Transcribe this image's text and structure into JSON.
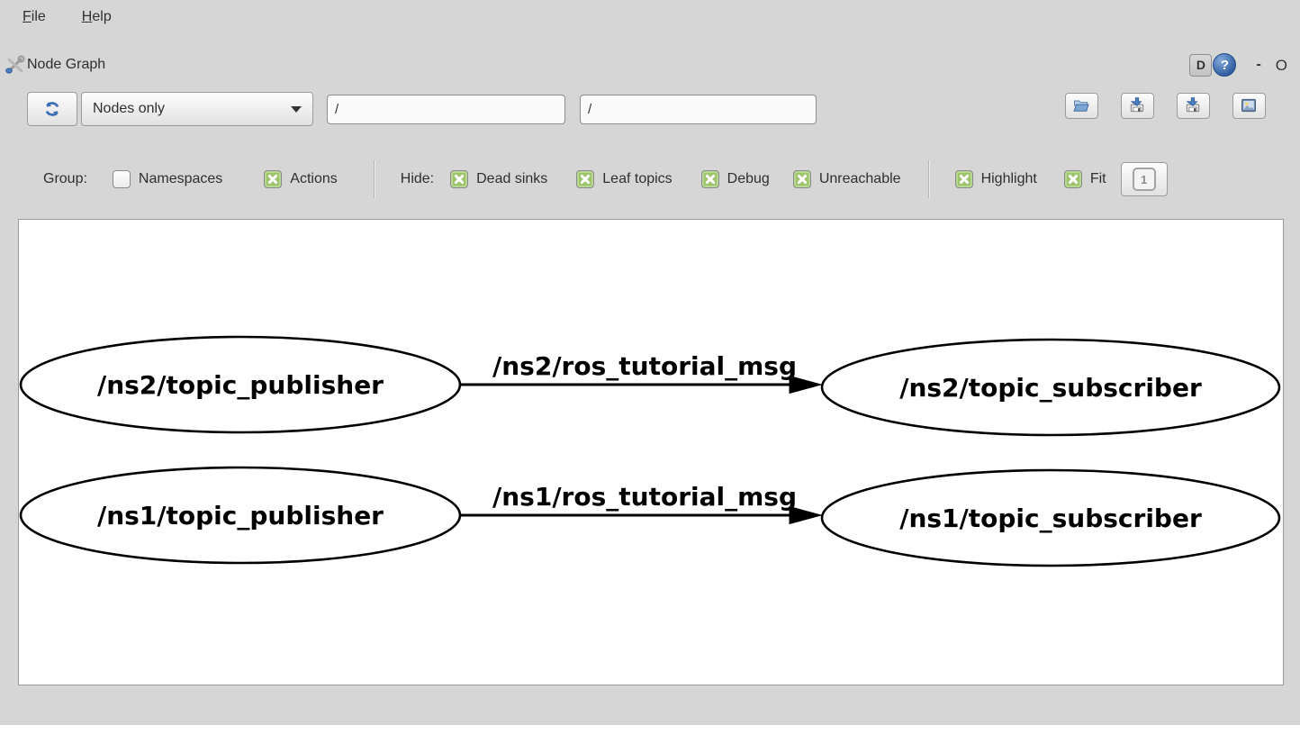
{
  "menubar": {
    "items": [
      {
        "label": "File"
      },
      {
        "label": "Help"
      }
    ]
  },
  "titlebar": {
    "title": "Node Graph",
    "buttons": {
      "dock": "D",
      "help": "?",
      "minimize": "-",
      "float": "O"
    }
  },
  "toolbar": {
    "graph_type_selected": "Nodes only",
    "filter_inputs": [
      {
        "value": "/"
      },
      {
        "value": "/"
      }
    ]
  },
  "filterbar": {
    "group_label": "Group:",
    "hide_label": "Hide:",
    "namespaces": {
      "label": "Namespaces",
      "checked": false
    },
    "actions": {
      "label": "Actions",
      "checked": true
    },
    "dead_sinks": {
      "label": "Dead sinks",
      "checked": true
    },
    "leaf_topics": {
      "label": "Leaf topics",
      "checked": true
    },
    "debug": {
      "label": "Debug",
      "checked": true
    },
    "unreachable": {
      "label": "Unreachable",
      "checked": true
    },
    "highlight": {
      "label": "Highlight",
      "checked": true
    },
    "fit": {
      "label": "Fit",
      "checked": true
    },
    "zoom_one_label": "1"
  },
  "colors": {
    "window_bg": "#d6d6d6",
    "accent_blue": "#3d6fb4",
    "checkbox_green": "#9dc46a",
    "canvas_bg": "#ffffff"
  },
  "graph": {
    "rows": [
      {
        "publisher": "/ns2/topic_publisher",
        "topic": "/ns2/ros_tutorial_msg",
        "subscriber": "/ns2/topic_subscriber"
      },
      {
        "publisher": "/ns1/topic_publisher",
        "topic": "/ns1/ros_tutorial_msg",
        "subscriber": "/ns1/topic_subscriber"
      }
    ]
  }
}
